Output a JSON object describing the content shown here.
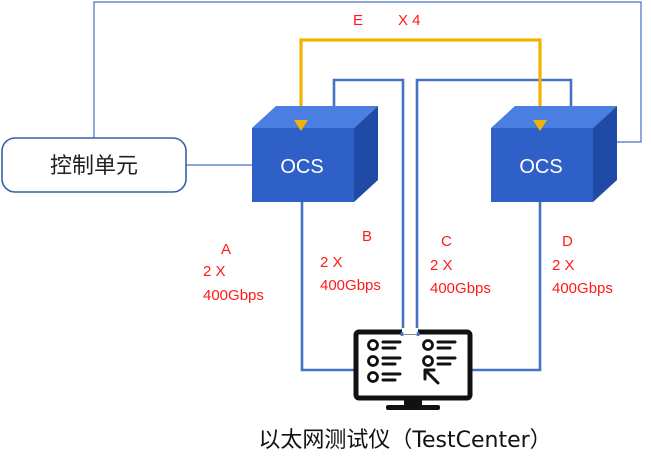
{
  "control_unit": {
    "label": "控制单元"
  },
  "ocs_left": {
    "label": "OCS"
  },
  "ocs_right": {
    "label": "OCS"
  },
  "links": {
    "E": {
      "letter": "E",
      "count": "X 4"
    },
    "A": {
      "letter": "A",
      "count": "2 X",
      "speed": "400Gbps"
    },
    "B": {
      "letter": "B",
      "count": "2 X",
      "speed": "400Gbps"
    },
    "C": {
      "letter": "C",
      "count": "2 X",
      "speed": "400Gbps"
    },
    "D": {
      "letter": "D",
      "count": "2 X",
      "speed": "400Gbps"
    }
  },
  "tester": {
    "caption": "以太网测试仪（TestCenter）"
  },
  "colors": {
    "wire": "#4472c4",
    "optical": "#f0b400",
    "label": "#ff1a1a",
    "cube_front": "#2f60c8",
    "cube_top": "#4a7ee0",
    "cube_side": "#1f4aa6"
  }
}
